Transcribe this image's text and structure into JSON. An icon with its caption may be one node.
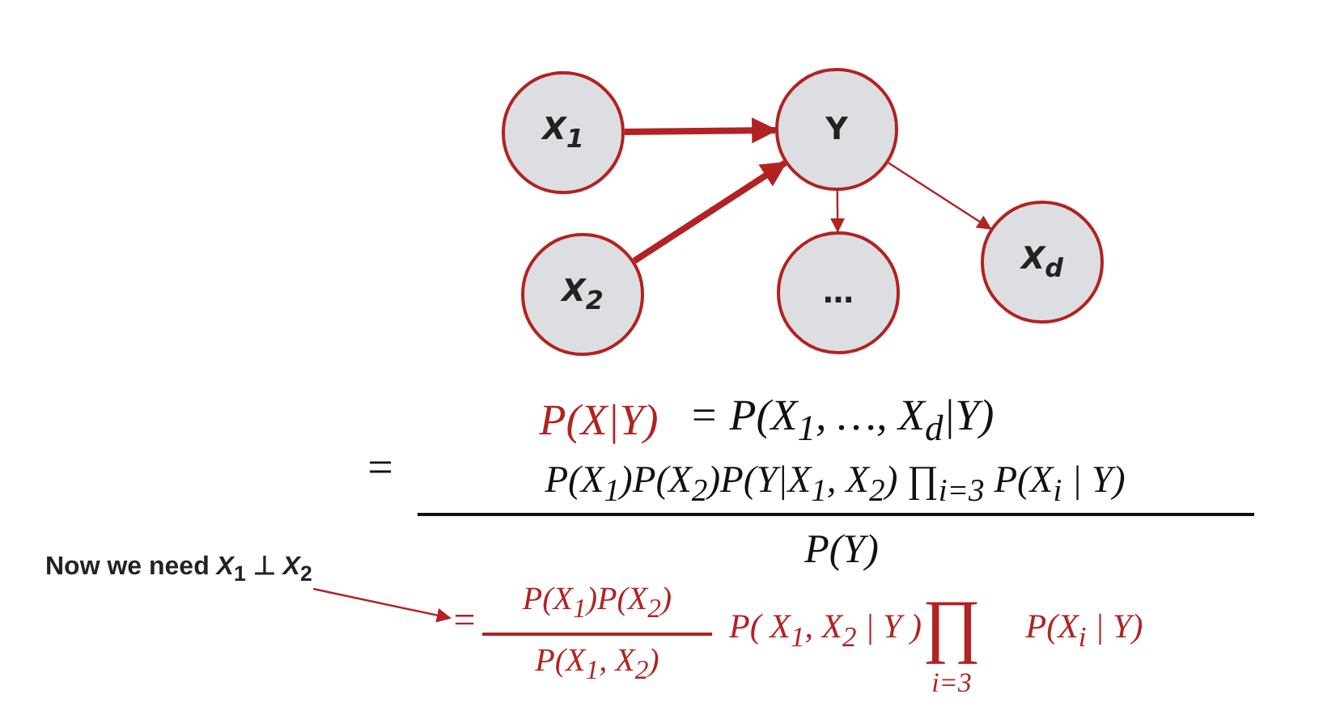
{
  "diagram": {
    "nodes": [
      {
        "text": [
          "X$_{1}$"
        ]
      },
      {
        "text": [
          "Y"
        ]
      },
      {
        "text": [
          "X$_{2}$"
        ]
      },
      {
        "text": [
          "…"
        ]
      },
      {
        "text": [
          "X$_{d}$"
        ]
      },
      {
        "text": [
          "Now we need *X*$_{1}$ ⊥ *X*$_{2}$"
        ]
      },
      {
        "text": [
          "="
        ]
      }
    ],
    "edges": [
      {
        "from": 0,
        "to": 1,
        "arrow": "to",
        "style": "thick"
      },
      {
        "from": 2,
        "to": 1,
        "arrow": "to",
        "style": "thick"
      },
      {
        "from": 1,
        "to": 3,
        "arrow": "to"
      },
      {
        "from": 1,
        "to": 4,
        "arrow": "to"
      },
      {
        "from": 5,
        "to": 6,
        "arrow": "to"
      }
    ],
    "labels": [
      "P(X|Y)",
      "= P(X$_{1}$, …, X$_{d}$|Y)",
      "=",
      "P(X$_{1}$)P(X$_{2}$)P(Y|X$_{1}$, X$_{2}$) ∏$_{i=3}$ P(X$_{i}$ | Y)",
      "P(Y)",
      "P(X$_{1}$)P(X$_{2}$)",
      "P(X$_{1}$, X$_{2}$)",
      "P( X$_{1}$, X$_{2}$ | Y )",
      "∏",
      "i=3",
      "P(X$_{i}$ | Y)"
    ]
  }
}
